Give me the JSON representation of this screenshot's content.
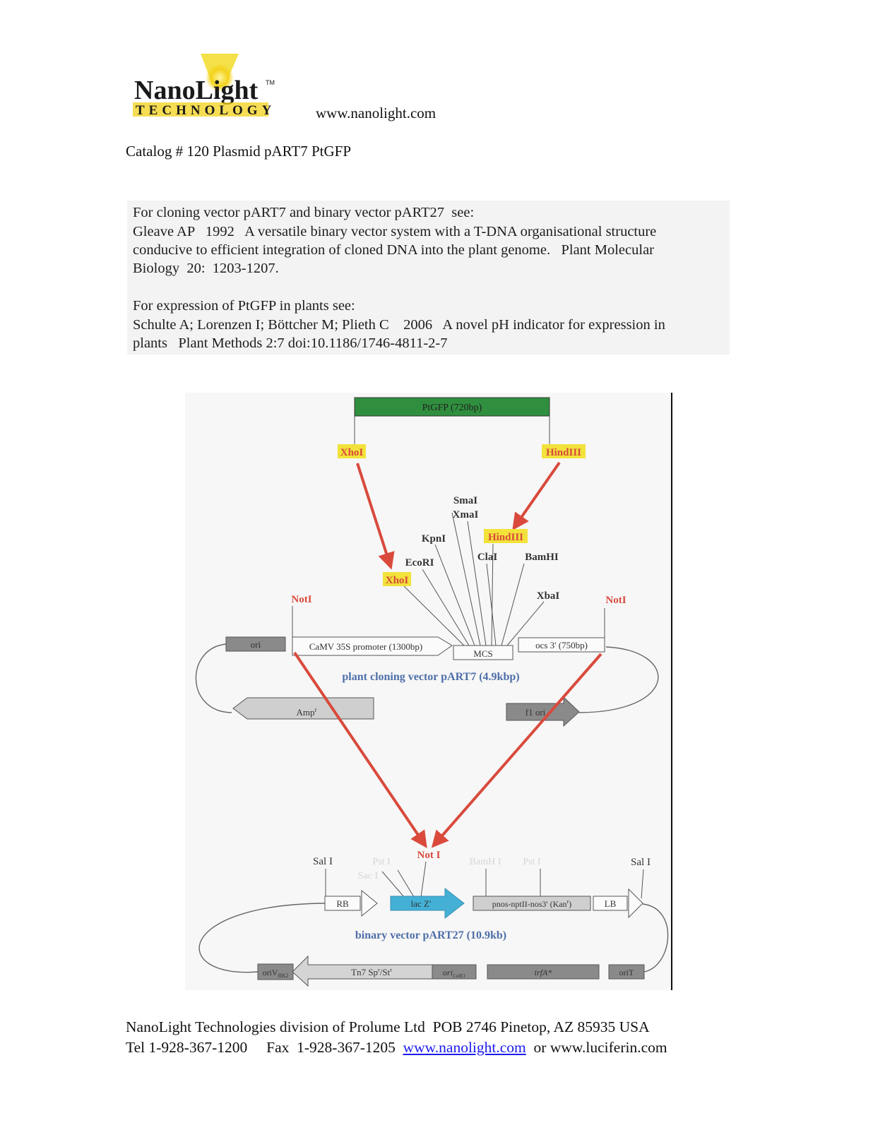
{
  "header": {
    "logo_word": "NanoLight",
    "logo_tm": "TM",
    "logo_sub": "TECHNOLOGY",
    "site_url": "www.nanolight.com",
    "catalog_line": "Catalog # 120 Plasmid  pART7 PtGFP"
  },
  "references": {
    "line1": "For cloning vector pART7 and binary vector pART27  see:",
    "line2": "Gleave AP   1992   A versatile binary vector system with a T-DNA organisational structure",
    "line3": "conducive to efficient integration of cloned DNA into the plant genome.   Plant Molecular",
    "line4": "Biology  20:  1203-1207.",
    "line5": "For expression of PtGFP in plants see:",
    "line6": "Schulte A; Lorenzen I; Böttcher M; Plieth C    2006   A novel pH indicator for expression in",
    "line7": "plants   Plant Methods 2:7 doi:10.1186/1746-4811-2-7"
  },
  "diagram": {
    "insert_label": "PtGFP (720bp)",
    "site_xhoi": "XhoI",
    "site_hindiii": "HindIII",
    "site_smai": "SmaI",
    "site_xmai": "XmaI",
    "site_kpni": "KpnI",
    "site_ecori": "EcoRI",
    "site_clai": "ClaI",
    "site_bamhi": "BamHI",
    "site_xbai": "XbaI",
    "site_noti": "NotI",
    "ori": "ori",
    "promoter": "CaMV 35S promoter (1300bp)",
    "mcs": "MCS",
    "ocs": "ocs 3' (750bp)",
    "vector1_name": "plant cloning vector pART7 (4.9kbp)",
    "amp": "Amp",
    "amp_sup": "r",
    "f1ori": "f1 ori",
    "site_not_i": "Not I",
    "site_sal_i": "Sal I",
    "site_pst_i": "Pst I",
    "site_sac_i": "Sac I",
    "site_bamh_i": "BamH I",
    "rb": "RB",
    "lacz": "lac Z'",
    "nptii": "pnos-nptII-nos3' (Kan",
    "nptii_sup": "r",
    "nptii_close": ")",
    "lb": "LB",
    "vector2_name": "binary vector pART27 (10.9kb)",
    "oriv": "oriV",
    "oriv_sub": "RK2",
    "tn7": "Tn7  Sp",
    "tn7_sup1": "r",
    "tn7_mid": "/St",
    "tn7_sup2": "r",
    "oricole": "ori",
    "oricole_sub": "ColE1",
    "trfa": "trfA*",
    "orit": "oriT"
  },
  "footer": {
    "line1": "NanoLight Technologies division of Prolume Ltd  POB 2746 Pinetop, AZ 85935 USA",
    "tel": "Tel 1-928-367-1200     Fax  1-928-367-1205  ",
    "link": "www.nanolight.com",
    "tail": "  or www.luciferin.com"
  },
  "colors": {
    "insert_green": "#2f8f3e",
    "highlight_yellow": "#f2e23a",
    "arrow_red": "#d94a3c",
    "vector_label_blue": "#4d6ea8",
    "lacz_blue": "#44b0d6",
    "gray_box": "#8a8a8a",
    "link_blue": "#1a1aee"
  }
}
